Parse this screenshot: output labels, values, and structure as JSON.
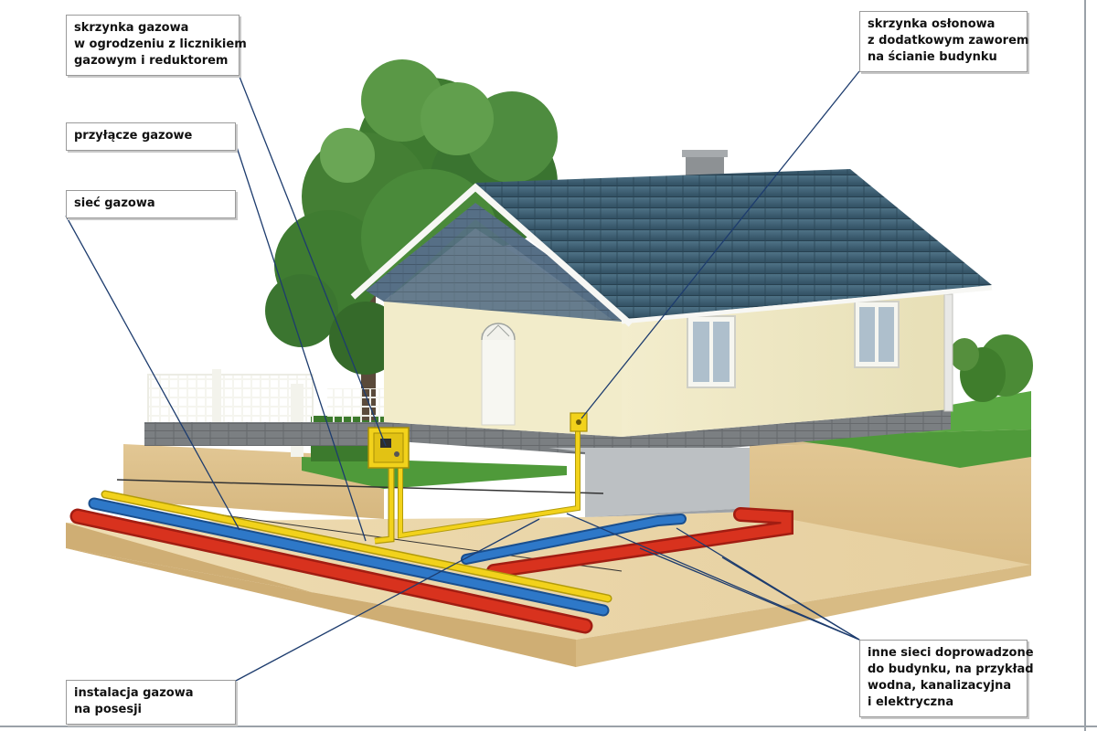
{
  "labels": {
    "gas_box": {
      "lines": [
        "skrzynka gazowa",
        "w ogrodzeniu z licznikiem",
        "gazowym i reduktorem"
      ]
    },
    "protective_box": {
      "lines": [
        "skrzynka osłonowa",
        "z dodatkowym zaworem",
        "na ścianie budynku"
      ]
    },
    "gas_connection": {
      "lines": [
        "przyłącze gazowe"
      ]
    },
    "gas_network": {
      "lines": [
        "sieć gazowa"
      ]
    },
    "gas_installation": {
      "lines": [
        "instalacja gazowa",
        "na posesji"
      ]
    },
    "other_networks": {
      "lines": [
        "inne sieci doprowadzone",
        "do budynku, na przykład",
        "wodna, kanalizacyjna",
        "i elektryczna"
      ]
    }
  },
  "colors": {
    "gas_pipe": "#f2d21b",
    "water_pipe": "#2e78c8",
    "sewer_pipe": "#d8321e",
    "roof": "#3f5f73",
    "wall": "#efe8c4",
    "soil": "#e8d3a6",
    "grass": "#4f9a3a",
    "leader_line": "#1d3c6e"
  },
  "icons": {
    "gas_box": "yellow-meter-box-icon",
    "protective_box": "yellow-valve-box-icon"
  }
}
